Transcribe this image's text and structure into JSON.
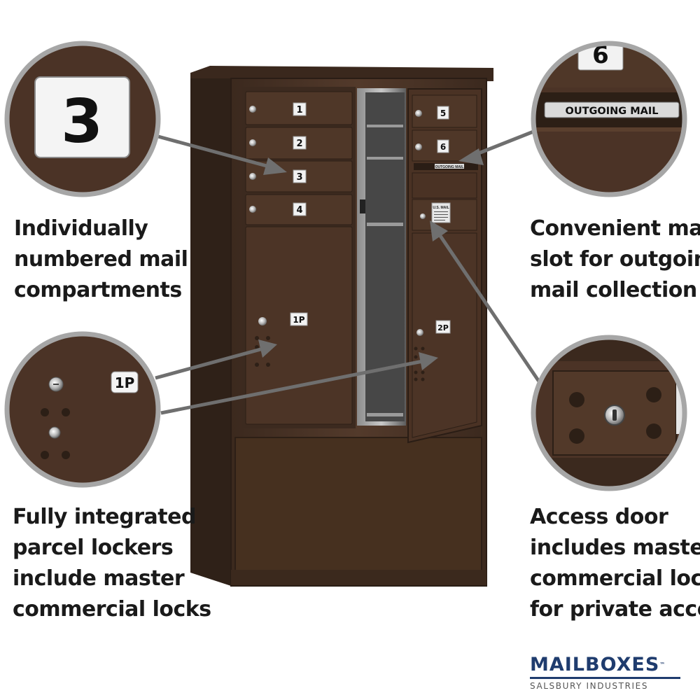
{
  "mailboxes": [
    "1",
    "2",
    "3",
    "4",
    "5",
    "6"
  ],
  "parcel_lockers": [
    "1P",
    "2P"
  ],
  "outgoing_label": "OUTGOING MAIL",
  "usmail_label": "U.S. MAIL",
  "callouts": {
    "top_left": {
      "zoom_number": "3",
      "lines": [
        "Individually",
        "numbered mail",
        "compartments"
      ]
    },
    "top_right": {
      "zoom_number": "6",
      "zoom_label": "OUTGOING MAIL",
      "lines": [
        "Convenient mail",
        "slot for outgoing",
        "mail collection"
      ]
    },
    "bottom_left": {
      "zoom_label": "1P",
      "lines": [
        "Fully integrated",
        "parcel lockers",
        "include master",
        "commercial locks"
      ]
    },
    "bottom_right": {
      "lines": [
        "Access door",
        "includes master",
        "commercial lock",
        "for private access"
      ]
    }
  },
  "brand": {
    "name": "MAILBOXES",
    "tm": "™",
    "sub": "SALSBURY INDUSTRIES"
  },
  "colors": {
    "bronze": "#4a3326",
    "bronze_dark": "#33231a",
    "text": "#1a1a1a",
    "brand_blue": "#1f3c6e"
  }
}
